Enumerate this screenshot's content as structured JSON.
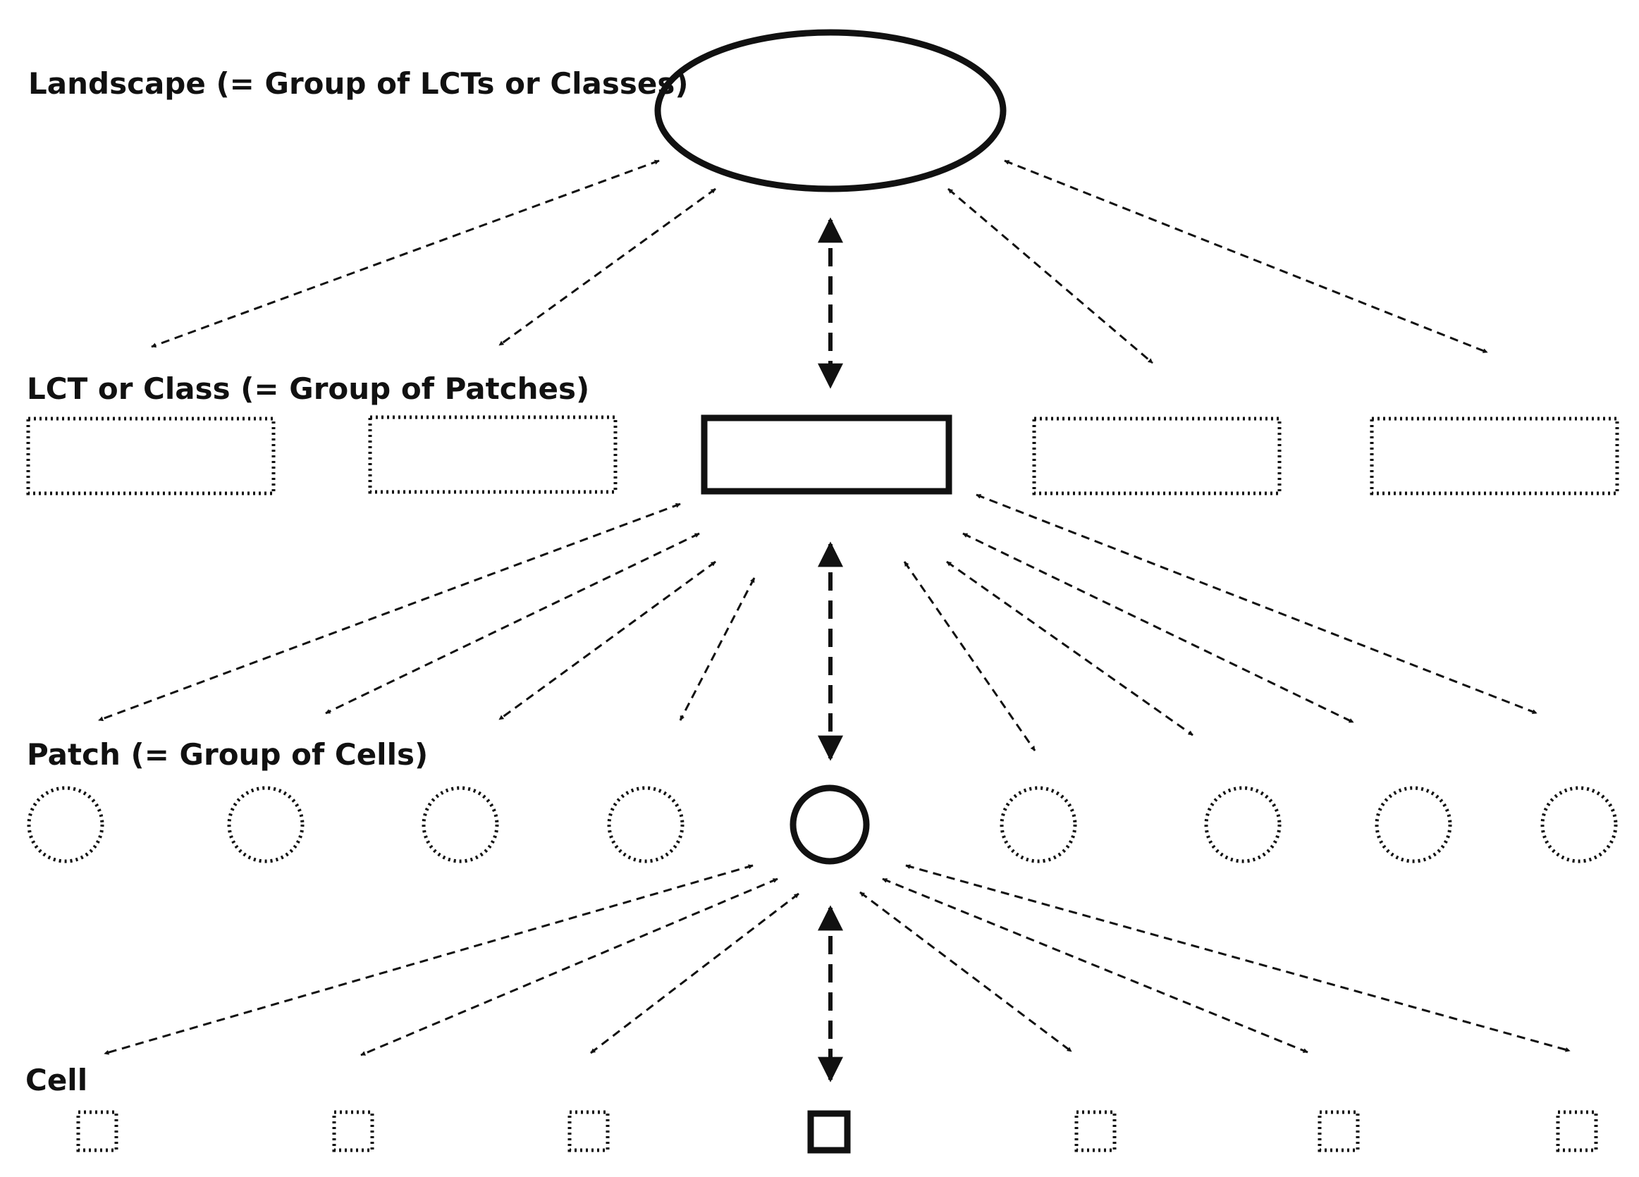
{
  "labels": {
    "landscape": "Landscape (= Group of LCTs or Classes)",
    "lct": "LCT or Class (= Group of Patches)",
    "patch": "Patch (= Group of Cells)",
    "cell": "Cell"
  },
  "colors": {
    "stroke": "#111111",
    "background": "#ffffff"
  }
}
